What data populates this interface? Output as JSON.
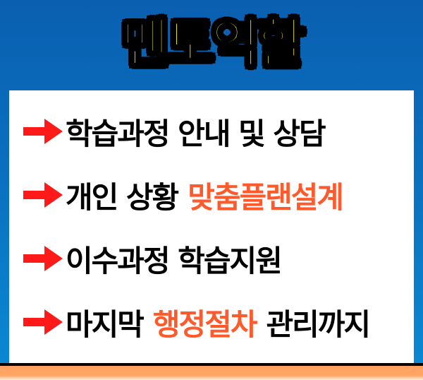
{
  "title": "멘토역할",
  "items": [
    {
      "text": "학습과정 안내 및 상담",
      "highlight": ""
    },
    {
      "text": "개인 상황",
      "highlight": "맞춤플랜설계"
    },
    {
      "text": "이수과정 학습지원",
      "highlight": ""
    },
    {
      "text": "마지막",
      "highlight": "행정절차",
      "suffix": "관리까지"
    }
  ],
  "colors": {
    "background": "#0a72c0",
    "title": "#ffff00",
    "highlight": "#ff5a2c",
    "arrow": "#ff1a1a",
    "bottom_band": "#ffa766"
  }
}
